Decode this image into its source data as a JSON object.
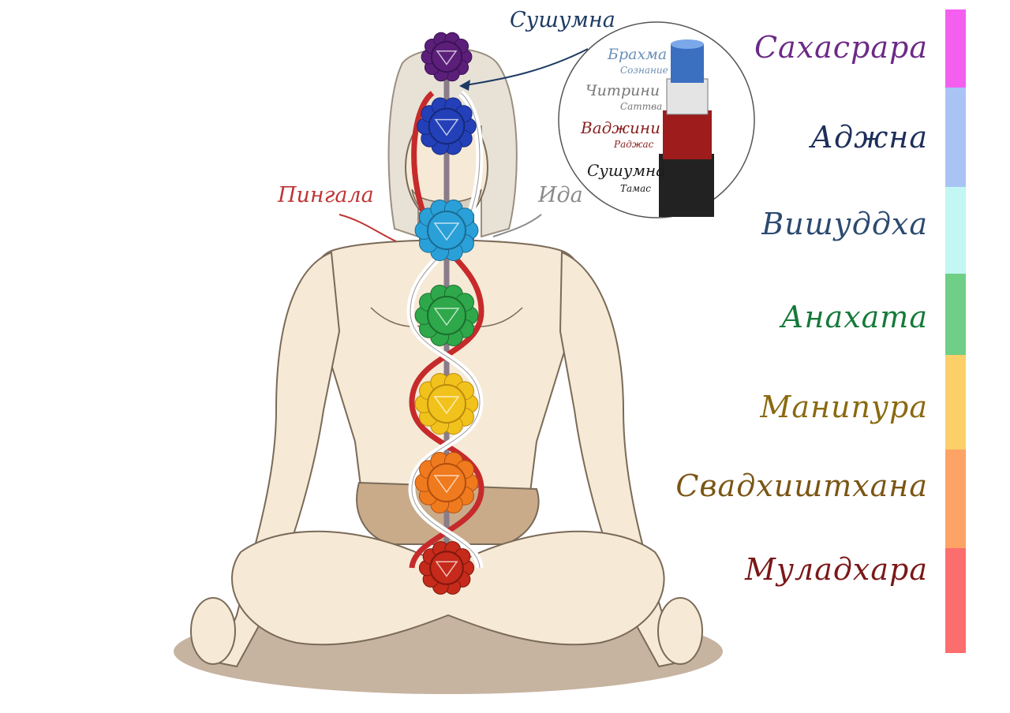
{
  "chakras": [
    {
      "name": "Сахасрара",
      "color": "#6b2a86",
      "bar": "#f45ff0"
    },
    {
      "name": "Аджна",
      "color": "#1d2f5a",
      "bar": "#a9c3f5"
    },
    {
      "name": "Вишуддха",
      "color": "#2c4a70",
      "bar": "#c2f7f3"
    },
    {
      "name": "Анахата",
      "color": "#157a3a",
      "bar": "#6fcf86"
    },
    {
      "name": "Манипура",
      "color": "#8a6a10",
      "bar": "#fccf68"
    },
    {
      "name": "Свадхиштхана",
      "color": "#7a5514",
      "bar": "#fda366"
    },
    {
      "name": "Муладхара",
      "color": "#7a1818",
      "bar": "#fc6d6d"
    }
  ],
  "nadis": {
    "sushumna": "Сушумна",
    "pingala": "Пингала",
    "ida": "Ида"
  },
  "layers": [
    {
      "name": "Брахма",
      "sub": "Сознание",
      "color": "#6a8fb5"
    },
    {
      "name": "Читрини",
      "sub": "Саттва",
      "color": "#777777"
    },
    {
      "name": "Ваджини",
      "sub": "Раджас",
      "color": "#8a1f1f"
    },
    {
      "name": "Сушумна",
      "sub": "Тамас",
      "color": "#1b1b1b"
    }
  ],
  "colors": {
    "skin": "#f6e9d6",
    "skin_line": "#7a6a58",
    "shadow": "#c6b3a0",
    "cloth": "#c9ab8a",
    "hair": "#e8e1d6",
    "pingala": "#c62a2a",
    "ida": "#ffffff",
    "spine": "#8a7c88",
    "sushumna_label": "#1c3a63",
    "pingala_label": "#c03434",
    "ida_label": "#8a8a8a"
  }
}
